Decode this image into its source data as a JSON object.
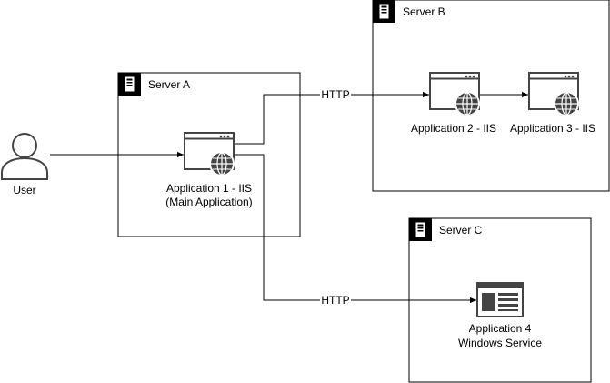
{
  "user": {
    "label": "User"
  },
  "servers": [
    {
      "id": "server-a",
      "label": "Server A"
    },
    {
      "id": "server-b",
      "label": "Server B"
    },
    {
      "id": "server-c",
      "label": "Server C"
    }
  ],
  "applications": [
    {
      "id": "app1",
      "lines": [
        "Application 1 - IIS",
        "(Main Application)"
      ],
      "icon": "web-app-globe-icon"
    },
    {
      "id": "app2",
      "lines": [
        "Application 2 - IIS"
      ],
      "icon": "web-app-globe-icon"
    },
    {
      "id": "app3",
      "lines": [
        "Application 3 - IIS"
      ],
      "icon": "web-app-globe-icon"
    },
    {
      "id": "app4",
      "lines": [
        "Application 4",
        "Windows Service"
      ],
      "icon": "windows-service-icon"
    }
  ],
  "edges": [
    {
      "from": "user",
      "to": "app1",
      "label": ""
    },
    {
      "from": "app1",
      "to": "app2",
      "label": "HTTP"
    },
    {
      "from": "app2",
      "to": "app3",
      "label": ""
    },
    {
      "from": "app1",
      "to": "app4",
      "label": "HTTP"
    }
  ],
  "colors": {
    "stroke": "#000000",
    "header": "#000000",
    "icon": "#444444"
  }
}
